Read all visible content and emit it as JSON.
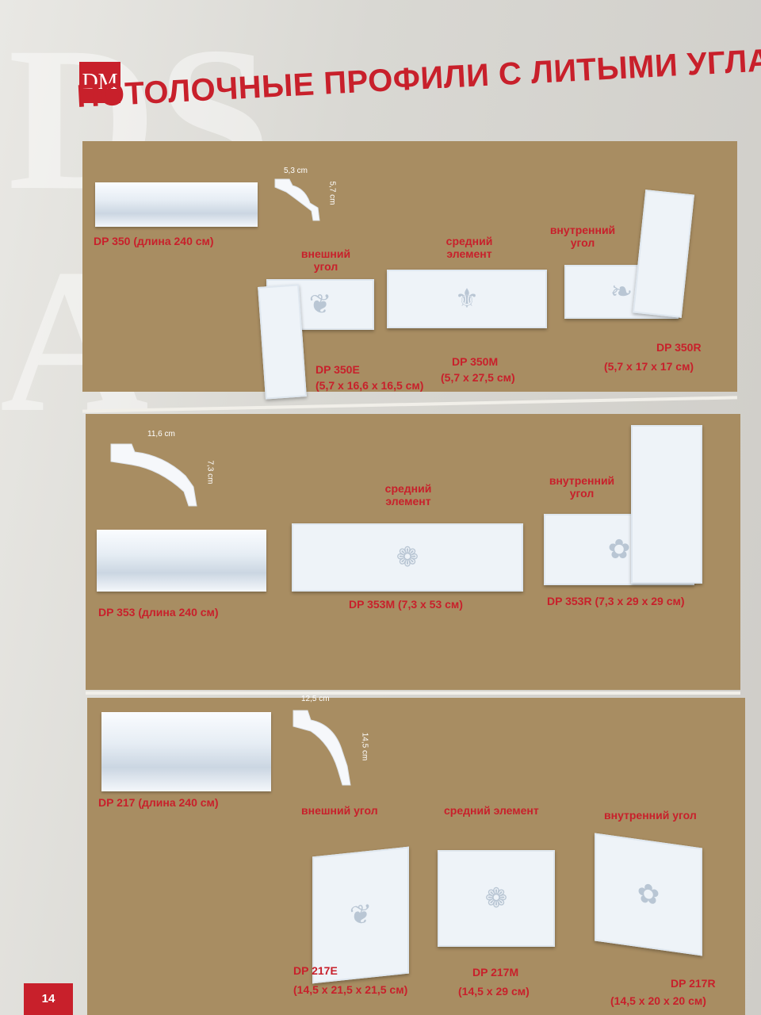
{
  "brand": {
    "logo_text": "DM"
  },
  "title": "ПОТОЛОЧНЫЕ ПРОФИЛИ С ЛИТЫМИ УГЛАМИ",
  "page_number": "14",
  "sections": [
    {
      "profile_label": "DP 350 (длина 240 см)",
      "dim_width": "5,3 cm",
      "dim_height": "5,7 cm",
      "outer_corner_label": "внешний\nугол",
      "middle_label": "средний\nэлемент",
      "inner_corner_label": "внутренний\nугол",
      "outer_code": "DP 350E",
      "outer_size": "(5,7 x 16,6 x 16,5 см)",
      "middle_code": "DP 350M",
      "middle_size": "(5,7 x 27,5 см)",
      "inner_code": "DP 350R",
      "inner_size": "(5,7 x 17 x 17 см)"
    },
    {
      "profile_label": "DP 353 (длина 240 см)",
      "dim_width": "11,6 cm",
      "dim_height": "7,3 cm",
      "middle_label": "средний\nэлемент",
      "inner_corner_label": "внутренний\nугол",
      "middle_code": "DP 353M (7,3 x 53 см)",
      "inner_code": "DP 353R (7,3 x 29 x 29 см)"
    },
    {
      "profile_label": "DP 217 (длина 240 см)",
      "dim_width": "12,5 cm",
      "dim_height": "14,5 cm",
      "outer_corner_label": "внешний угол",
      "middle_label": "средний элемент",
      "inner_corner_label": "внутренний угол",
      "outer_code": "DP 217E",
      "outer_size": "(14,5 x 21,5 x 21,5 см)",
      "middle_code": "DP 217M",
      "middle_size": "(14,5 x 29 см)",
      "inner_code": "DP 217R",
      "inner_size": "(14,5 x 20 x 20 см)"
    }
  ],
  "colors": {
    "accent": "#c8202b",
    "panel": "#a88d62",
    "moulding": "#e6edf4"
  }
}
